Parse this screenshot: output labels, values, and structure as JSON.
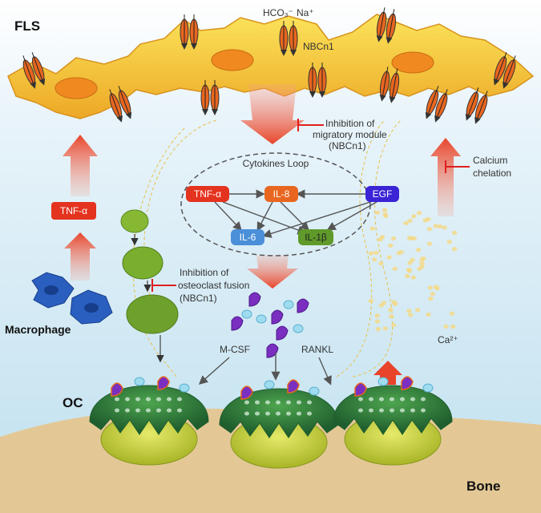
{
  "labels": {
    "fls": "FLS",
    "macrophage": "Macrophage",
    "oc": "OC",
    "bone": "Bone",
    "hco3": "HCO₃⁻",
    "na": "Na⁺",
    "nbcn1": "NBCn1",
    "tnf_side": "TNF-α",
    "mcsf": "M-CSF",
    "rankl": "RANKL",
    "ca": "Ca²⁺"
  },
  "cytokines_loop": {
    "title": "Cytokines Loop",
    "nodes": {
      "tnf": "TNF-α",
      "il8": "IL-8",
      "egf": "EGF",
      "il6": "IL-6",
      "il1b": "IL-1β"
    }
  },
  "inhibitions": {
    "migratory": [
      "Inhibition of",
      "migratory module",
      "(NBCn1)"
    ],
    "fusion": [
      "Inhibition of",
      "osteoclast fusion",
      "(NBCn1)"
    ],
    "calcium": [
      "Calcium",
      "chelation"
    ]
  },
  "colors": {
    "sky": "#cfe6f2",
    "bone": "#e3c896",
    "fls_cell": "#f5d23a",
    "arrow_red": "#e8442a",
    "oc_green": "#2e7a3c",
    "oc_yellow": "#c9d23a",
    "tnf_node": "#e4331f",
    "il8_node": "#e8661f",
    "egf_node": "#3a24d6",
    "il6_node": "#4a8fd8",
    "il1b_node": "#5f9a2a",
    "inhibit": "#e02020",
    "receptor": "#7a2fc0"
  }
}
